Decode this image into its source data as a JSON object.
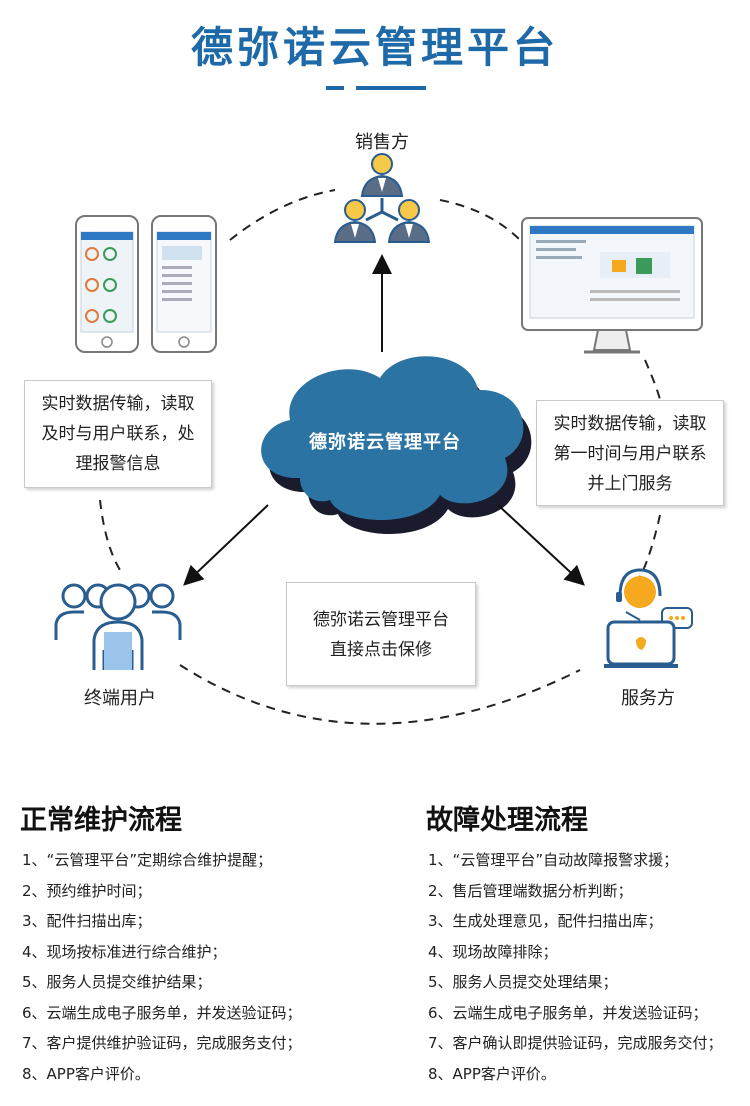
{
  "title": "德弥诺云管理平台",
  "colors": {
    "brand": "#1e6aa8",
    "cloud": "#2a73a3",
    "cloud_shadow": "#1b1b2e",
    "user_blue": "#2a5d8f",
    "service_orange": "#f4a91f"
  },
  "nodes": {
    "seller": "销售方",
    "end_user": "终端用户",
    "service": "服务方",
    "cloud": "德弥诺云管理平台"
  },
  "boxes": {
    "left": [
      "实时数据传输，读取",
      "及时与用户联系，处",
      "理报警信息"
    ],
    "right": [
      "实时数据传输，读取",
      "第一时间与用户联系",
      "并上门服务"
    ],
    "center": [
      "德弥诺云管理平台",
      "直接点击保修"
    ]
  },
  "icons": {
    "seller": "sales-team-icon",
    "phones": "smartphone-icon",
    "monitor": "monitor-icon",
    "end_user": "user-group-icon",
    "service": "customer-service-icon"
  },
  "sections": {
    "normal": {
      "title": "正常维护流程",
      "items": [
        "1、“云管理平台”定期综合维护提醒；",
        "2、预约维护时间；",
        "3、配件扫描出库；",
        "4、现场按标准进行综合维护；",
        "5、服务人员提交维护结果；",
        "6、云端生成电子服务单，并发送验证码；",
        "7、客户提供维护验证码，完成服务支付；",
        "8、APP客户评价。"
      ]
    },
    "fault": {
      "title": "故障处理流程",
      "items": [
        "1、“云管理平台”自动故障报警求援；",
        "2、售后管理端数据分析判断；",
        "3、生成处理意见，配件扫描出库；",
        "4、现场故障排除；",
        "5、服务人员提交处理结果；",
        "6、云端生成电子服务单，并发送验证码；",
        "7、客户确认即提供验证码，完成服务交付；",
        "8、APP客户评价。"
      ]
    }
  }
}
